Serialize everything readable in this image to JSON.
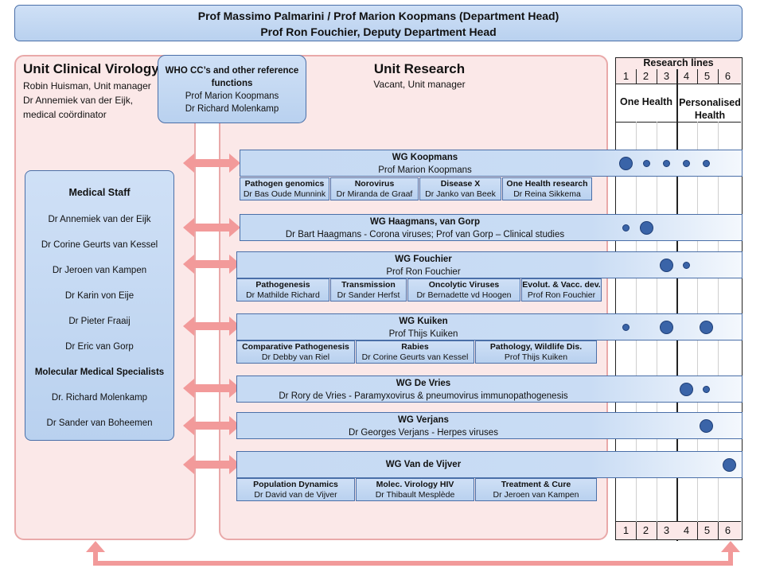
{
  "header": {
    "line1": "Prof Massimo Palmarini / Prof Marion Koopmans (Department Head)",
    "line2": "Prof Ron Fouchier, Deputy Department Head"
  },
  "clinical": {
    "title": "Unit Clinical Virology",
    "lines": [
      "Robin Huisman, Unit manager",
      "Dr Annemiek van der Eijk,",
      "medical coördinator"
    ]
  },
  "who": {
    "title": "WHO CC’s and other reference functions",
    "people": [
      "Prof Marion Koopmans",
      "Dr Richard Molenkamp"
    ]
  },
  "research": {
    "title": "Unit Research",
    "sub": "Vacant, Unit manager"
  },
  "medical_staff": {
    "title": "Medical Staff",
    "people": [
      "Dr Annemiek van der Eijk",
      "Dr Corine Geurts van Kessel",
      "Dr Jeroen van Kampen",
      "Dr Karin von Eije",
      "Dr Pieter Fraaij",
      "Dr Eric van Gorp"
    ],
    "specialists_title": "Molecular Medical Specialists",
    "specialists": [
      "Dr. Richard Molenkamp",
      "Dr Sander van Boheemen"
    ]
  },
  "research_lines": {
    "title": "Research lines",
    "numbers": [
      "1",
      "2",
      "3",
      "4",
      "5",
      "6"
    ],
    "group1": "One Health",
    "group2": "Personalised Health"
  },
  "wgs": [
    {
      "title": "WG Koopmans",
      "sub": "Prof Marion Koopmans",
      "dots": [
        {
          "line": 1,
          "size": "L"
        },
        {
          "line": 2,
          "size": "S"
        },
        {
          "line": 3,
          "size": "S"
        },
        {
          "line": 4,
          "size": "S"
        },
        {
          "line": 5,
          "size": "S"
        }
      ],
      "subgroups": [
        {
          "t": "Pathogen genomics",
          "p": "Dr Bas Oude Munnink"
        },
        {
          "t": "Norovirus",
          "p": "Dr Miranda de Graaf"
        },
        {
          "t": "Disease X",
          "p": "Dr Janko van Beek"
        },
        {
          "t": "One Health research",
          "p": "Dr Reina Sikkema"
        }
      ]
    },
    {
      "title": "WG Haagmans, van Gorp",
      "sub": "Dr Bart Haagmans - Corona viruses; Prof van Gorp – Clinical studies",
      "dots": [
        {
          "line": 1,
          "size": "S"
        },
        {
          "line": 2,
          "size": "L"
        }
      ],
      "subgroups": []
    },
    {
      "title": "WG Fouchier",
      "sub": "Prof Ron Fouchier",
      "dots": [
        {
          "line": 3,
          "size": "L"
        },
        {
          "line": 4,
          "size": "S"
        }
      ],
      "subgroups": [
        {
          "t": "Pathogenesis",
          "p": "Dr Mathilde Richard"
        },
        {
          "t": "Transmission",
          "p": "Dr Sander Herfst"
        },
        {
          "t": "Oncolytic Viruses",
          "p": "Dr Bernadette vd Hoogen"
        },
        {
          "t": "Evolut. & Vacc. dev.",
          "p": "Prof Ron Fouchier"
        }
      ]
    },
    {
      "title": "WG Kuiken",
      "sub": "Prof Thijs Kuiken",
      "dots": [
        {
          "line": 1,
          "size": "S"
        },
        {
          "line": 3,
          "size": "L"
        },
        {
          "line": 5,
          "size": "L"
        }
      ],
      "subgroups": [
        {
          "t": "Comparative Pathogenesis",
          "p": "Dr Debby van Riel"
        },
        {
          "t": "Rabies",
          "p": "Dr Corine Geurts van Kessel"
        },
        {
          "t": "Pathology,  Wildlife Dis.",
          "p": "Prof Thijs Kuiken"
        }
      ]
    },
    {
      "title": "WG De Vries",
      "sub": "Dr Rory de Vries - Paramyxovirus & pneumovirus immunopathogenesis",
      "dots": [
        {
          "line": 4,
          "size": "L"
        },
        {
          "line": 5,
          "size": "S"
        }
      ],
      "subgroups": []
    },
    {
      "title": "WG Verjans",
      "sub": "Dr Georges Verjans - Herpes viruses",
      "dots": [
        {
          "line": 5,
          "size": "L"
        }
      ],
      "subgroups": []
    },
    {
      "title": "WG Van de Vijver",
      "sub": "",
      "dots": [
        {
          "line": 6,
          "size": "L"
        }
      ],
      "subgroups": [
        {
          "t": "Population Dynamics",
          "p": "Dr David van de Vijver"
        },
        {
          "t": "Molec. Virology HIV",
          "p": "Dr Thibault Mesplède"
        },
        {
          "t": "Treatment  & Cure",
          "p": "Dr Jeroen van Kampen"
        }
      ]
    }
  ]
}
